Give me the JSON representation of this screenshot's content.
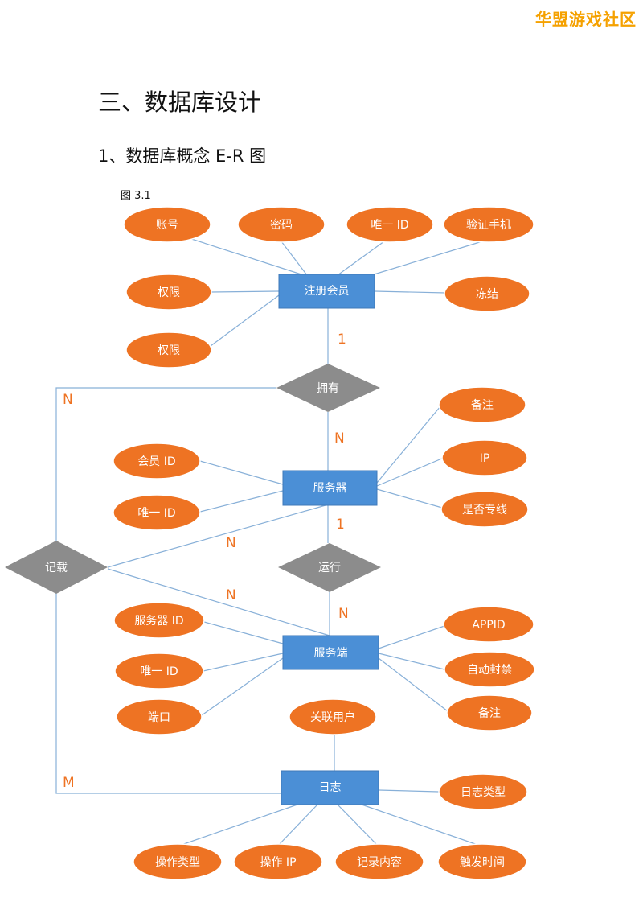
{
  "watermark": "华盟游戏社区",
  "heading": "三、数据库设计",
  "subheading": "1、数据库概念 E-R 图",
  "figure_label": "图 3.1",
  "entities": {
    "member": "注册会员",
    "server": "服务器",
    "client": "服务端",
    "log": "日志"
  },
  "relationships": {
    "own": "拥有",
    "run": "运行",
    "record": "记载"
  },
  "attributes": {
    "account": "账号",
    "password": "密码",
    "unique_id_1": "唯一 ID",
    "verify_phone": "验证手机",
    "permission_1": "权限",
    "permission_2": "权限",
    "freeze": "冻结",
    "note_1": "备注",
    "ip": "IP",
    "dedicated_line": "是否专线",
    "member_id": "会员 ID",
    "unique_id_2": "唯一 ID",
    "appid": "APPID",
    "auto_ban": "自动封禁",
    "note_2": "备注",
    "server_id": "服务器 ID",
    "unique_id_3": "唯一 ID",
    "port": "端口",
    "related_user": "关联用户",
    "log_type": "日志类型",
    "op_type": "操作类型",
    "op_ip": "操作 IP",
    "record_content": "记录内容",
    "trigger_time": "触发时间"
  },
  "cardinalities": {
    "member_own": "1",
    "own_server": "N",
    "own_record": "N",
    "server_run": "1",
    "run_client": "N",
    "record_server": "N",
    "record_client": "N",
    "record_log": "M"
  },
  "colors": {
    "attribute": "#ee7323",
    "entity": "#4b8fd6",
    "relationship": "#8c8c8c",
    "edge": "#88b0d8",
    "cardinality": "#ee7323",
    "watermark": "#f5a100"
  }
}
